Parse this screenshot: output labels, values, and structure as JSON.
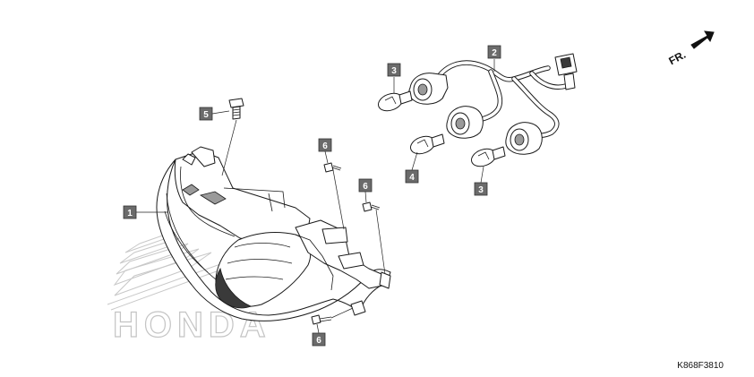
{
  "diagram_code": "K868F3810",
  "direction_label": "FR.",
  "watermark_text": "HONDA",
  "callouts": [
    {
      "id": "c1",
      "label": "1"
    },
    {
      "id": "c2",
      "label": "2"
    },
    {
      "id": "c3a",
      "label": "3"
    },
    {
      "id": "c3b",
      "label": "3"
    },
    {
      "id": "c4",
      "label": "4"
    },
    {
      "id": "c5",
      "label": "5"
    },
    {
      "id": "c6a",
      "label": "6"
    },
    {
      "id": "c6b",
      "label": "6"
    },
    {
      "id": "c6c",
      "label": "6"
    }
  ],
  "colors": {
    "callout_fill": "#6b6b6b",
    "watermark": "#c8c8c8"
  }
}
